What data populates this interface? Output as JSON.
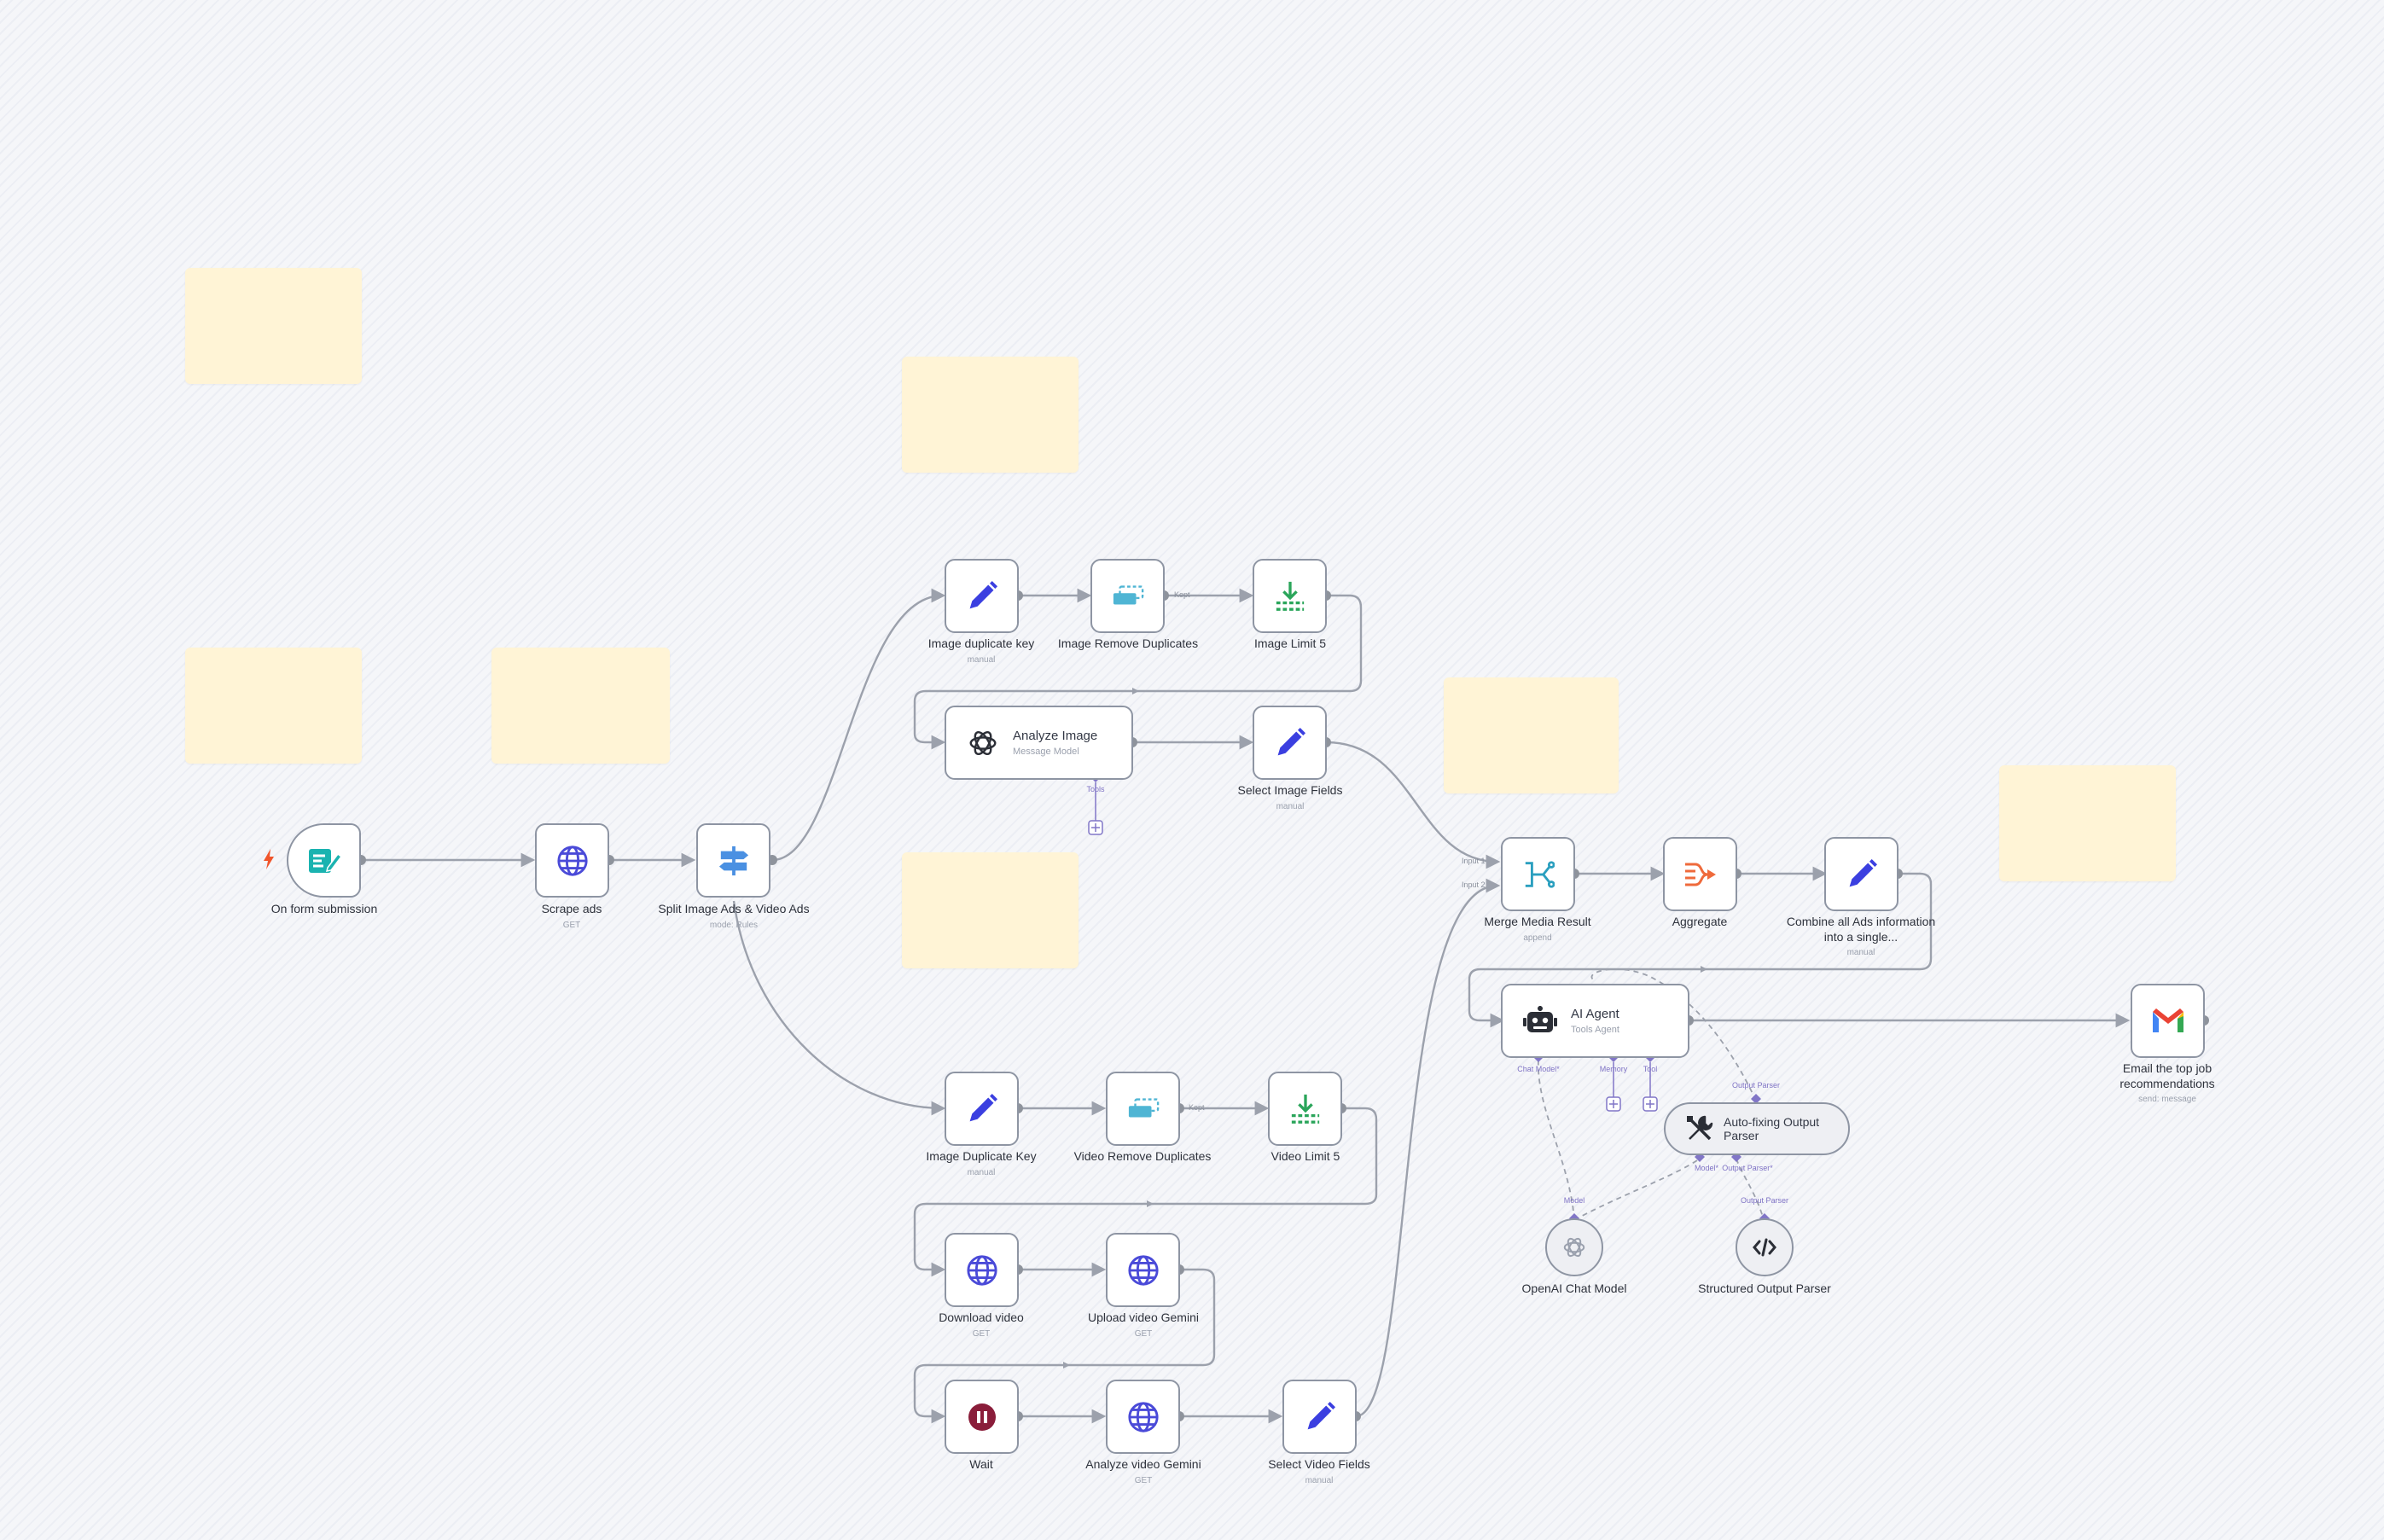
{
  "canvas": {
    "background": "#f5f6f9",
    "edge_color": "#9ca1ac",
    "ai_port_color": "#8176c7"
  },
  "nodes": {
    "form": {
      "title": "On form submission",
      "subtitle": "",
      "icon": "form-icon"
    },
    "scrape": {
      "title": "Scrape ads",
      "subtitle": "GET",
      "icon": "globe-icon"
    },
    "split": {
      "title": "Split Image Ads & Video Ads",
      "subtitle": "mode: Rules",
      "icon": "switch-icon"
    },
    "img_dup_key": {
      "title": "Image duplicate key",
      "subtitle": "manual",
      "icon": "pencil-icon"
    },
    "img_remove_dup": {
      "title": "Image Remove Duplicates",
      "subtitle": "",
      "icon": "dedupe-icon"
    },
    "img_limit": {
      "title": "Image Limit 5",
      "subtitle": "",
      "icon": "limit-icon"
    },
    "analyze_image": {
      "title": "Analyze Image",
      "subtitle": "Message Model",
      "icon": "openai-icon"
    },
    "select_img_fields": {
      "title": "Select Image Fields",
      "subtitle": "manual",
      "icon": "pencil-icon"
    },
    "vid_dup_key": {
      "title": "Image Duplicate Key",
      "subtitle": "manual",
      "icon": "pencil-icon"
    },
    "vid_remove_dup": {
      "title": "Video Remove Duplicates",
      "subtitle": "",
      "icon": "dedupe-icon"
    },
    "vid_limit": {
      "title": "Video Limit 5",
      "subtitle": "",
      "icon": "limit-icon"
    },
    "download_video": {
      "title": "Download video",
      "subtitle": "GET",
      "icon": "globe-icon"
    },
    "upload_gemini": {
      "title": "Upload video Gemini",
      "subtitle": "GET",
      "icon": "globe-icon"
    },
    "wait": {
      "title": "Wait",
      "subtitle": "",
      "icon": "pause-icon"
    },
    "analyze_gemini": {
      "title": "Analyze video Gemini",
      "subtitle": "GET",
      "icon": "globe-icon"
    },
    "select_vid_fields": {
      "title": "Select Video Fields",
      "subtitle": "manual",
      "icon": "pencil-icon"
    },
    "merge": {
      "title": "Merge Media Result",
      "subtitle": "append",
      "icon": "merge-icon"
    },
    "aggregate": {
      "title": "Aggregate",
      "subtitle": "",
      "icon": "aggregate-icon"
    },
    "combine": {
      "title": "Combine all Ads information into a single...",
      "subtitle": "manual",
      "icon": "pencil-icon"
    },
    "ai_agent": {
      "title": "AI Agent",
      "subtitle": "Tools Agent",
      "icon": "robot-icon"
    },
    "email": {
      "title": "Email the top job recommendations",
      "subtitle": "send: message",
      "icon": "gmail-icon"
    },
    "autofix": {
      "title": "Auto-fixing Output Parser",
      "icon": "tools-icon"
    },
    "openai_model": {
      "title": "OpenAI Chat Model",
      "icon": "openai-icon"
    },
    "structured": {
      "title": "Structured Output Parser",
      "icon": "code-icon"
    }
  },
  "ports": {
    "tools": "Tools",
    "chat_model": "Chat Model*",
    "memory": "Memory",
    "tool": "Tool",
    "output_parser": "Output Parser",
    "model_star": "Model*",
    "output_parser_star": "Output Parser*",
    "model": "Model",
    "output_parser_2": "Output Parser",
    "input1": "Input 1",
    "input2": "Input 2"
  },
  "edge_labels": {
    "kept_img": "Kept",
    "kept_vid": "Kept"
  },
  "colors": {
    "sticky": "#fff4d6",
    "pencil": "#3b3fe0",
    "globe": "#4a4ad8",
    "form": "#1ab3b0",
    "switch": "#4a90e2",
    "dedupe": "#4fb5d4",
    "limit": "#2aa55a",
    "merge": "#2a9fbf",
    "aggregate": "#ef6a3b",
    "trigger": "#f0552b",
    "wait": "#8a1d3a"
  }
}
